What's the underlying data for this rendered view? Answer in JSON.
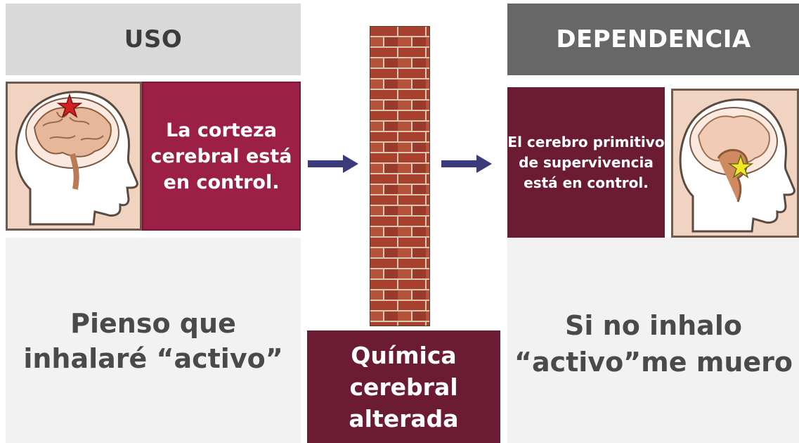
{
  "headers": {
    "left": "USO",
    "right": "DEPENDENCIA"
  },
  "boxes": {
    "corteza": "La corteza cerebral está en control.",
    "primitivo": "El cerebro primitivo de supervivencia está en control.",
    "quimica": "Química cerebral alterada"
  },
  "statements": {
    "left": "Pienso que inhalaré “activo”",
    "right": "Si no inhalo “activo”me muero"
  },
  "colors": {
    "header_left_bg": "#d9d9d9",
    "header_right_bg": "#676767",
    "corteza_box": "#9c1f46",
    "dark_box": "#6b1c33",
    "arrow": "#3b3a7a",
    "brick": "#a8402e",
    "mortar": "#d8c7b3"
  },
  "icons": {
    "left_head": "head-with-brain-red-star-icon",
    "right_head": "head-with-brain-yellow-star-icon",
    "wall": "brick-wall-icon",
    "arrow": "right-arrow-icon"
  }
}
